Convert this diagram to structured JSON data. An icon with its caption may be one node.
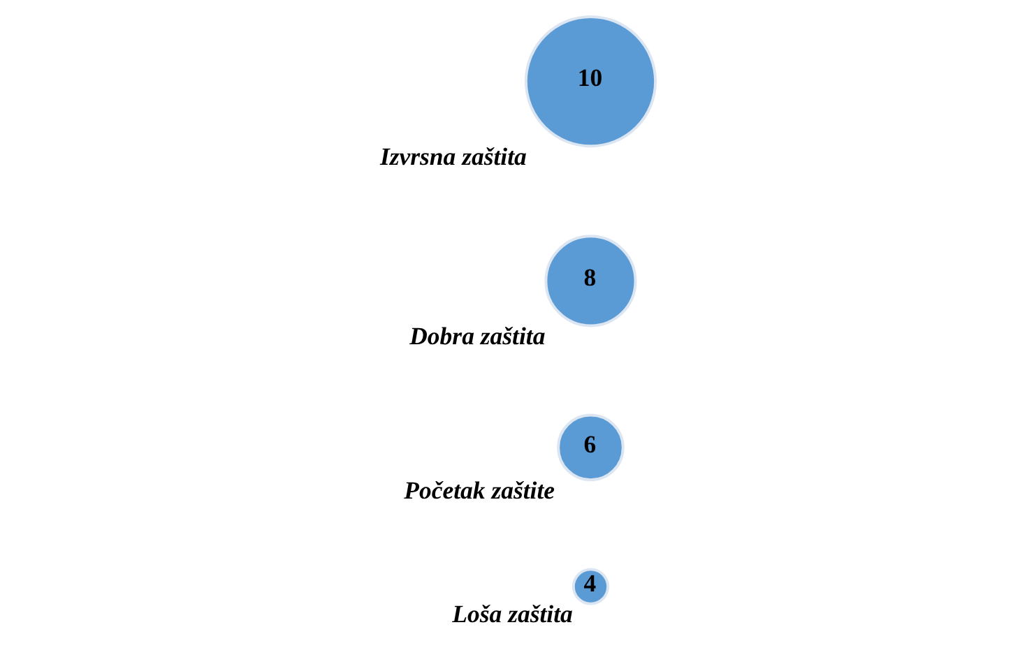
{
  "diagram": {
    "nodes": [
      {
        "text": [
          "4"
        ],
        "beside": [
          "Loša zaštita"
        ]
      },
      {
        "text": [
          "6"
        ],
        "beside": [
          "Početak zaštite"
        ]
      },
      {
        "text": [
          "8"
        ],
        "beside": [
          "Dobra zaštita"
        ]
      },
      {
        "text": [
          "10"
        ],
        "beside": [
          "Izvrsna zaštita"
        ]
      }
    ],
    "edges": []
  }
}
